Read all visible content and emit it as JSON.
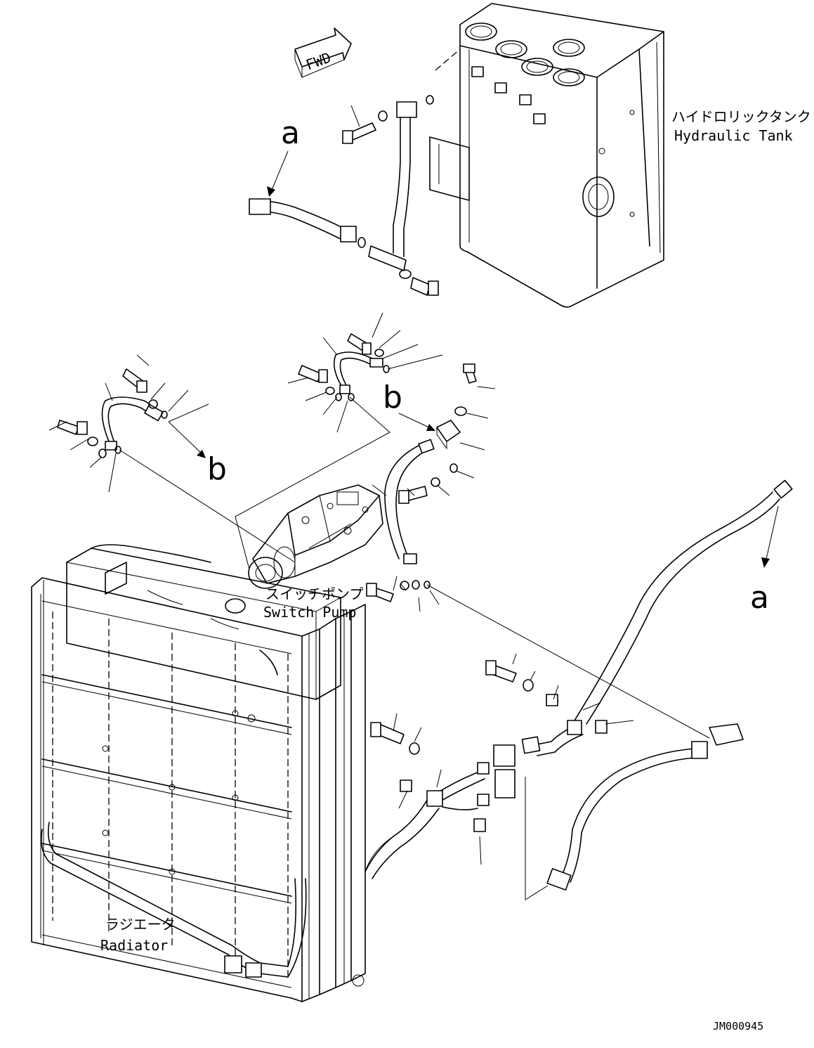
{
  "labels": {
    "fwd": "FWD",
    "tank_ja": "ハイドロリックタンク",
    "tank_en": "Hydraulic Tank",
    "pump_ja": "スイッチポンプ",
    "pump_en": "Switch Pump",
    "radiator_ja": "ラジエータ",
    "radiator_en": "Radiator",
    "ref_a_top": "a",
    "ref_a_right": "a",
    "ref_b_left": "b",
    "ref_b_mid": "b",
    "drawing_no": "JM000945"
  }
}
